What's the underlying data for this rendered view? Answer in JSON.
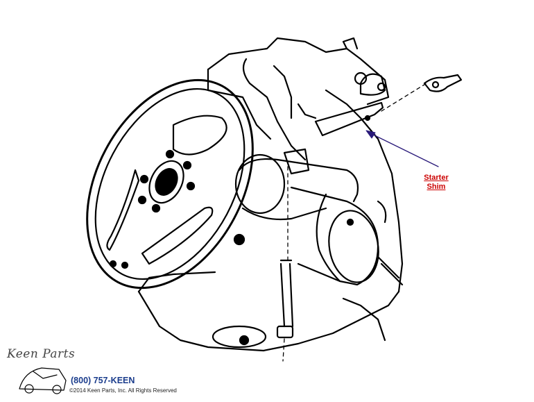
{
  "callout": {
    "label_line1": "Starter",
    "label_line2": "Shim",
    "color": "#cc0000",
    "arrow_color": "#2a1a7a"
  },
  "footer": {
    "logo_text": "Keen Parts",
    "phone": "(800) 757-KEEN",
    "copyright": "©2014 Keen Parts, Inc. All Rights Reserved",
    "phone_color": "#1a3c8c"
  }
}
